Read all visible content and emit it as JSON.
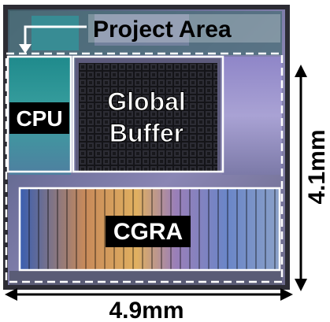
{
  "figure": {
    "labels": {
      "project_area": "Project Area",
      "cpu": "CPU",
      "global_buffer_line1": "Global",
      "global_buffer_line2": "Buffer",
      "cgra": "CGRA",
      "width_dimension": "4.9mm",
      "height_dimension": "4.1mm"
    },
    "colors": {
      "die_base": "#5a5c7a",
      "die_edge": "#2c2c34",
      "buffer_dark": "#1a1a1e",
      "label_box": "#000000",
      "outline": "#ffffff",
      "dimension": "#000000"
    }
  }
}
